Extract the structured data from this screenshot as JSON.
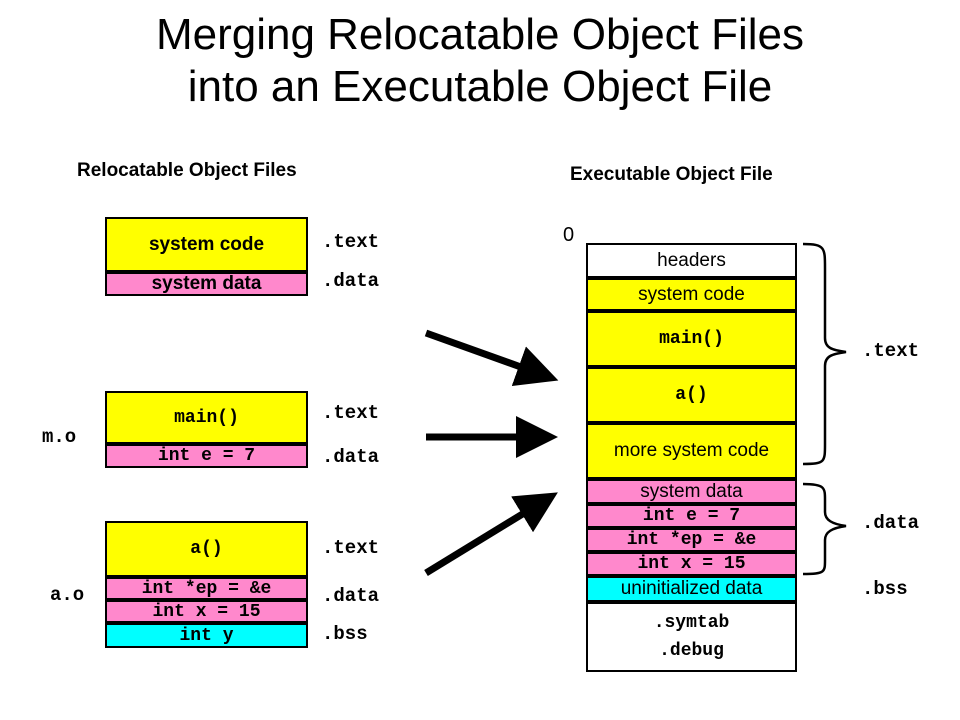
{
  "title": {
    "line1": "Merging Relocatable Object Files",
    "line2": "into an Executable Object File"
  },
  "left": {
    "heading": "Relocatable Object Files",
    "system": {
      "code": "system code",
      "data": "system data",
      "text_label": ".text",
      "data_label": ".data"
    },
    "m_o": {
      "name": "m.o",
      "code": "main()",
      "data": "int e = 7",
      "text_label": ".text",
      "data_label": ".data"
    },
    "a_o": {
      "name": "a.o",
      "code": "a()",
      "data1": "int *ep = &e",
      "data2": "int x = 15",
      "bss": "int y",
      "text_label": ".text",
      "data_label": ".data",
      "bss_label": ".bss"
    }
  },
  "right": {
    "heading": "Executable Object File",
    "zero": "0",
    "headers": "headers",
    "system_code": "system code",
    "main": "main()",
    "a": "a()",
    "more_code": "more system code",
    "system_data": "system data",
    "int_e": "int e = 7",
    "int_ep": "int *ep = &e",
    "int_x": "int x = 15",
    "uninit": "uninitialized data",
    "symtab": ".symtab",
    "debug": ".debug",
    "text_label": ".text",
    "data_label": ".data",
    "bss_label": ".bss"
  },
  "colors": {
    "code": "#ffff00",
    "data": "#ff88cc",
    "bss": "#00ffff"
  }
}
